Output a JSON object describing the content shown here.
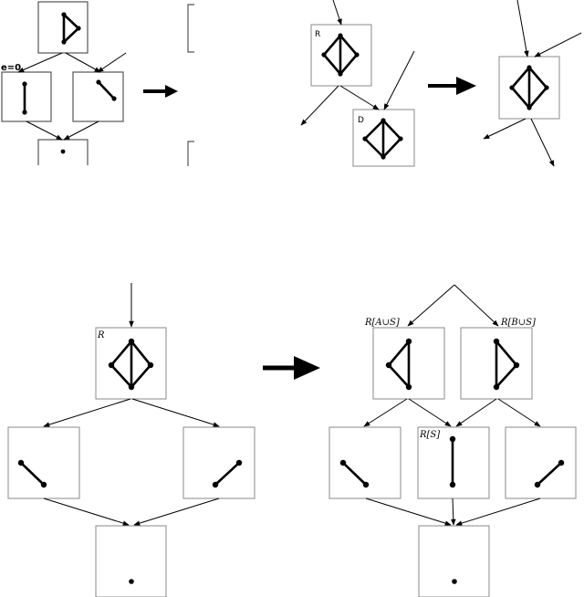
{
  "top_left": {
    "edge_label": "e=0"
  },
  "top_right": {
    "first_box_label": "R",
    "second_box_label": "D"
  },
  "bottom_left": {
    "root_label": "R"
  },
  "bottom_right": {
    "left_label": "R[A∪S]",
    "right_label": "R[B∪S]",
    "middle_label": "R[S]"
  }
}
